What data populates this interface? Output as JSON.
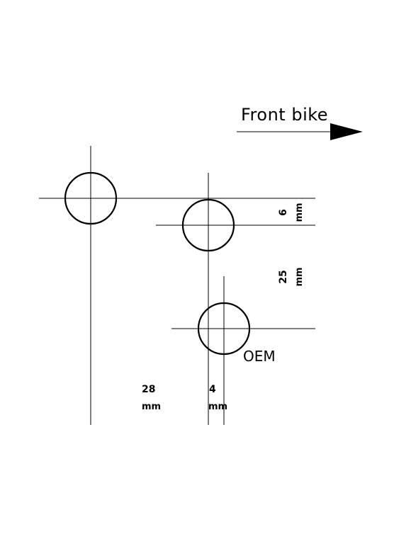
{
  "direction": {
    "label": "Front bike"
  },
  "holes": {
    "oem_label": "OEM"
  },
  "dimensions": {
    "vertical_small": {
      "value": "6",
      "unit": "mm"
    },
    "vertical_large": {
      "value": "25",
      "unit": "mm"
    },
    "horizontal_large": {
      "value": "28",
      "unit": "mm"
    },
    "horizontal_small": {
      "value": "4",
      "unit": "mm"
    }
  }
}
